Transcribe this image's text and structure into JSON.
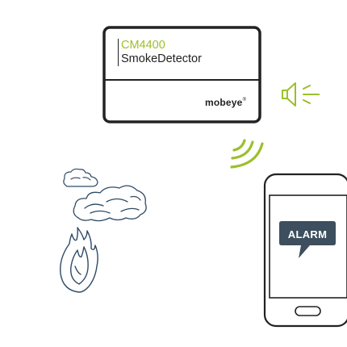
{
  "detector": {
    "model": "CM4400",
    "name": "SmokeDetector",
    "brand": "mobeye",
    "brand_mark": "®"
  },
  "phone": {
    "alarm_label": "ALARM"
  },
  "icons": [
    "siren-icon",
    "signal-waves-icon",
    "cloud-icon",
    "smoke-cloud-icon",
    "flame-icon",
    "smartphone-icon",
    "speech-bubble-icon"
  ],
  "colors": {
    "accent": "#9cbf2a",
    "outline": "#222222",
    "illustration": "#2e4a66",
    "bubble": "#3d4e5e"
  }
}
